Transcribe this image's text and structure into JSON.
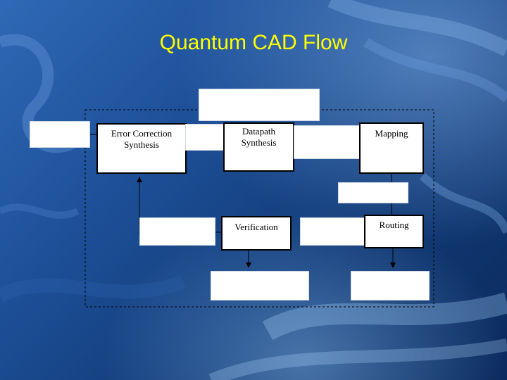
{
  "slide": {
    "title": "Quantum CAD Flow",
    "colors": {
      "title": "#ffff00",
      "background_light": "#2f69b7",
      "background_dark": "#0b2a5d",
      "box_fill": "#ffffff",
      "box_border": "#000000"
    }
  },
  "flow": {
    "error_correction_synthesis": "Error Correction Synthesis",
    "datapath_synthesis": "Datapath Synthesis",
    "mapping": "Mapping",
    "verification": "Verification",
    "routing": "Routing"
  }
}
